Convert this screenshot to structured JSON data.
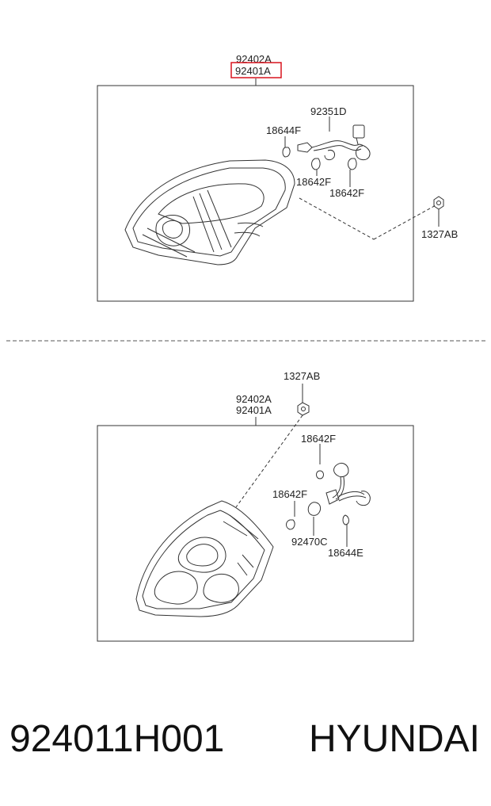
{
  "top": {
    "labels": {
      "part_a": "92402A",
      "part_b": "92401A",
      "socket": "92351D",
      "bulb_top": "18644F",
      "bulb_mid": "18642F",
      "bulb_right": "18642F",
      "nut": "1327AB"
    },
    "highlight_color": "#d9141e"
  },
  "bottom": {
    "labels": {
      "nut": "1327AB",
      "part_a": "92402A",
      "part_b": "92401A",
      "bulb_top": "18642F",
      "bulb_left": "18642F",
      "socket": "92470C",
      "bulb_small": "18644E"
    }
  },
  "footer": {
    "part_number": "924011H001",
    "brand": "HYUNDAI"
  }
}
